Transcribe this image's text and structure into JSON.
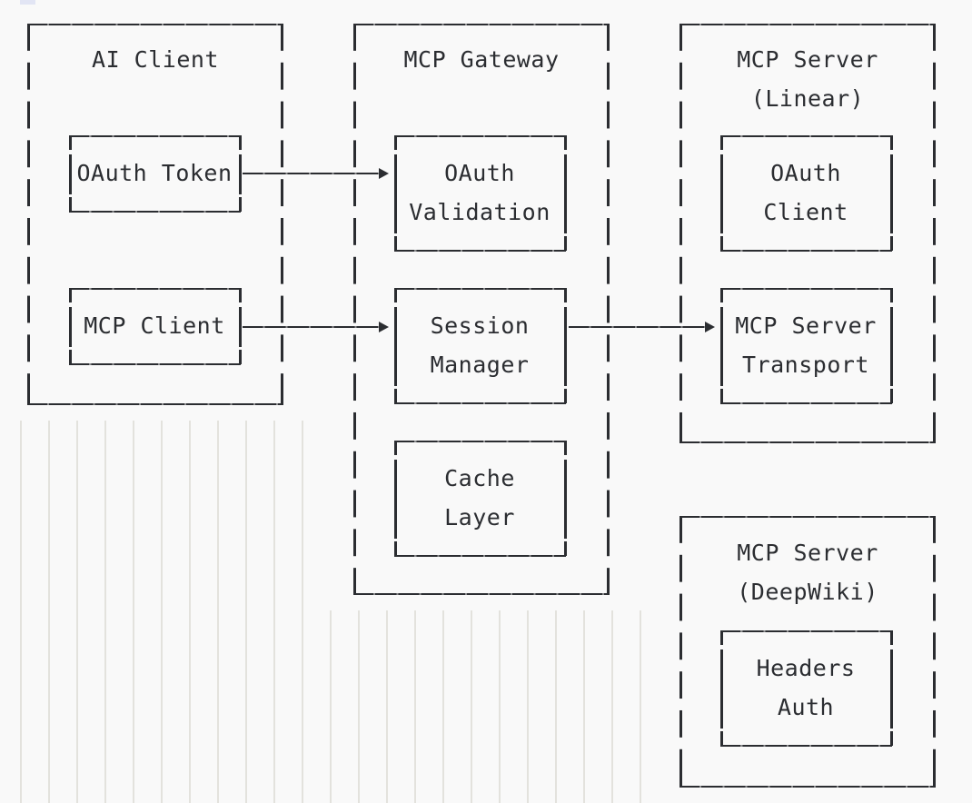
{
  "diagram": {
    "type": "ascii-architecture-diagram",
    "title": "MCP Gateway Architecture",
    "background_color": "#f9f9f9",
    "stroke_color": "#2b2d31",
    "ghost_line_color": "#e3e2dd",
    "artifact_color": "#e2e5f4",
    "columns": [
      {
        "id": "ai-client",
        "title": "AI Client",
        "title_lines": [
          "AI Client"
        ],
        "boxes": [
          {
            "id": "oauth-token",
            "lines": [
              "OAuth Token"
            ]
          },
          {
            "id": "mcp-client",
            "lines": [
              "MCP Client"
            ]
          }
        ]
      },
      {
        "id": "mcp-gateway",
        "title": "MCP Gateway",
        "title_lines": [
          "MCP Gateway"
        ],
        "boxes": [
          {
            "id": "oauth-validation",
            "lines": [
              "OAuth",
              "Validation"
            ]
          },
          {
            "id": "session-manager",
            "lines": [
              "Session",
              "Manager"
            ]
          },
          {
            "id": "cache-layer",
            "lines": [
              "Cache",
              "Layer"
            ]
          }
        ]
      },
      {
        "id": "mcp-server-linear",
        "title": "MCP Server (Linear)",
        "title_lines": [
          "MCP Server",
          "(Linear)"
        ],
        "boxes": [
          {
            "id": "oauth-client",
            "lines": [
              "OAuth",
              "Client"
            ]
          },
          {
            "id": "mcp-server-transport",
            "lines": [
              "MCP Server",
              "Transport"
            ]
          }
        ]
      },
      {
        "id": "mcp-server-deepwiki",
        "title": "MCP Server (DeepWiki)",
        "title_lines": [
          "MCP Server",
          "(DeepWiki)"
        ],
        "boxes": [
          {
            "id": "headers-auth",
            "lines": [
              "Headers",
              "Auth"
            ]
          }
        ]
      }
    ],
    "connections": [
      {
        "id": "conn-oauth",
        "from": "oauth-token",
        "to": "oauth-validation",
        "style": "arrow-right"
      },
      {
        "id": "conn-session",
        "from": "mcp-client",
        "to": "session-manager",
        "style": "arrow-right"
      },
      {
        "id": "conn-transport",
        "from": "session-manager",
        "to": "mcp-server-transport",
        "style": "arrow-right"
      }
    ]
  },
  "text": {
    "ai_client": "AI Client",
    "oauth_token": "OAuth Token",
    "mcp_client": "MCP Client",
    "mcp_gateway": "MCP Gateway",
    "oauth_l1": "OAuth",
    "oauth_l2": "Validation",
    "session_l1": "Session",
    "session_l2": "Manager",
    "cache_l1": "Cache",
    "cache_l2": "Layer",
    "mcp_server_linear_l1": "MCP Server",
    "mcp_server_linear_l2": "(Linear)",
    "oauth_client_l1": "OAuth",
    "oauth_client_l2": "Client",
    "transport_l1": "MCP Server",
    "transport_l2": "Transport",
    "mcp_server_deepwiki_l1": "MCP Server",
    "mcp_server_deepwiki_l2": "(DeepWiki)",
    "headers_auth_l1": "Headers",
    "headers_auth_l2": "Auth"
  }
}
